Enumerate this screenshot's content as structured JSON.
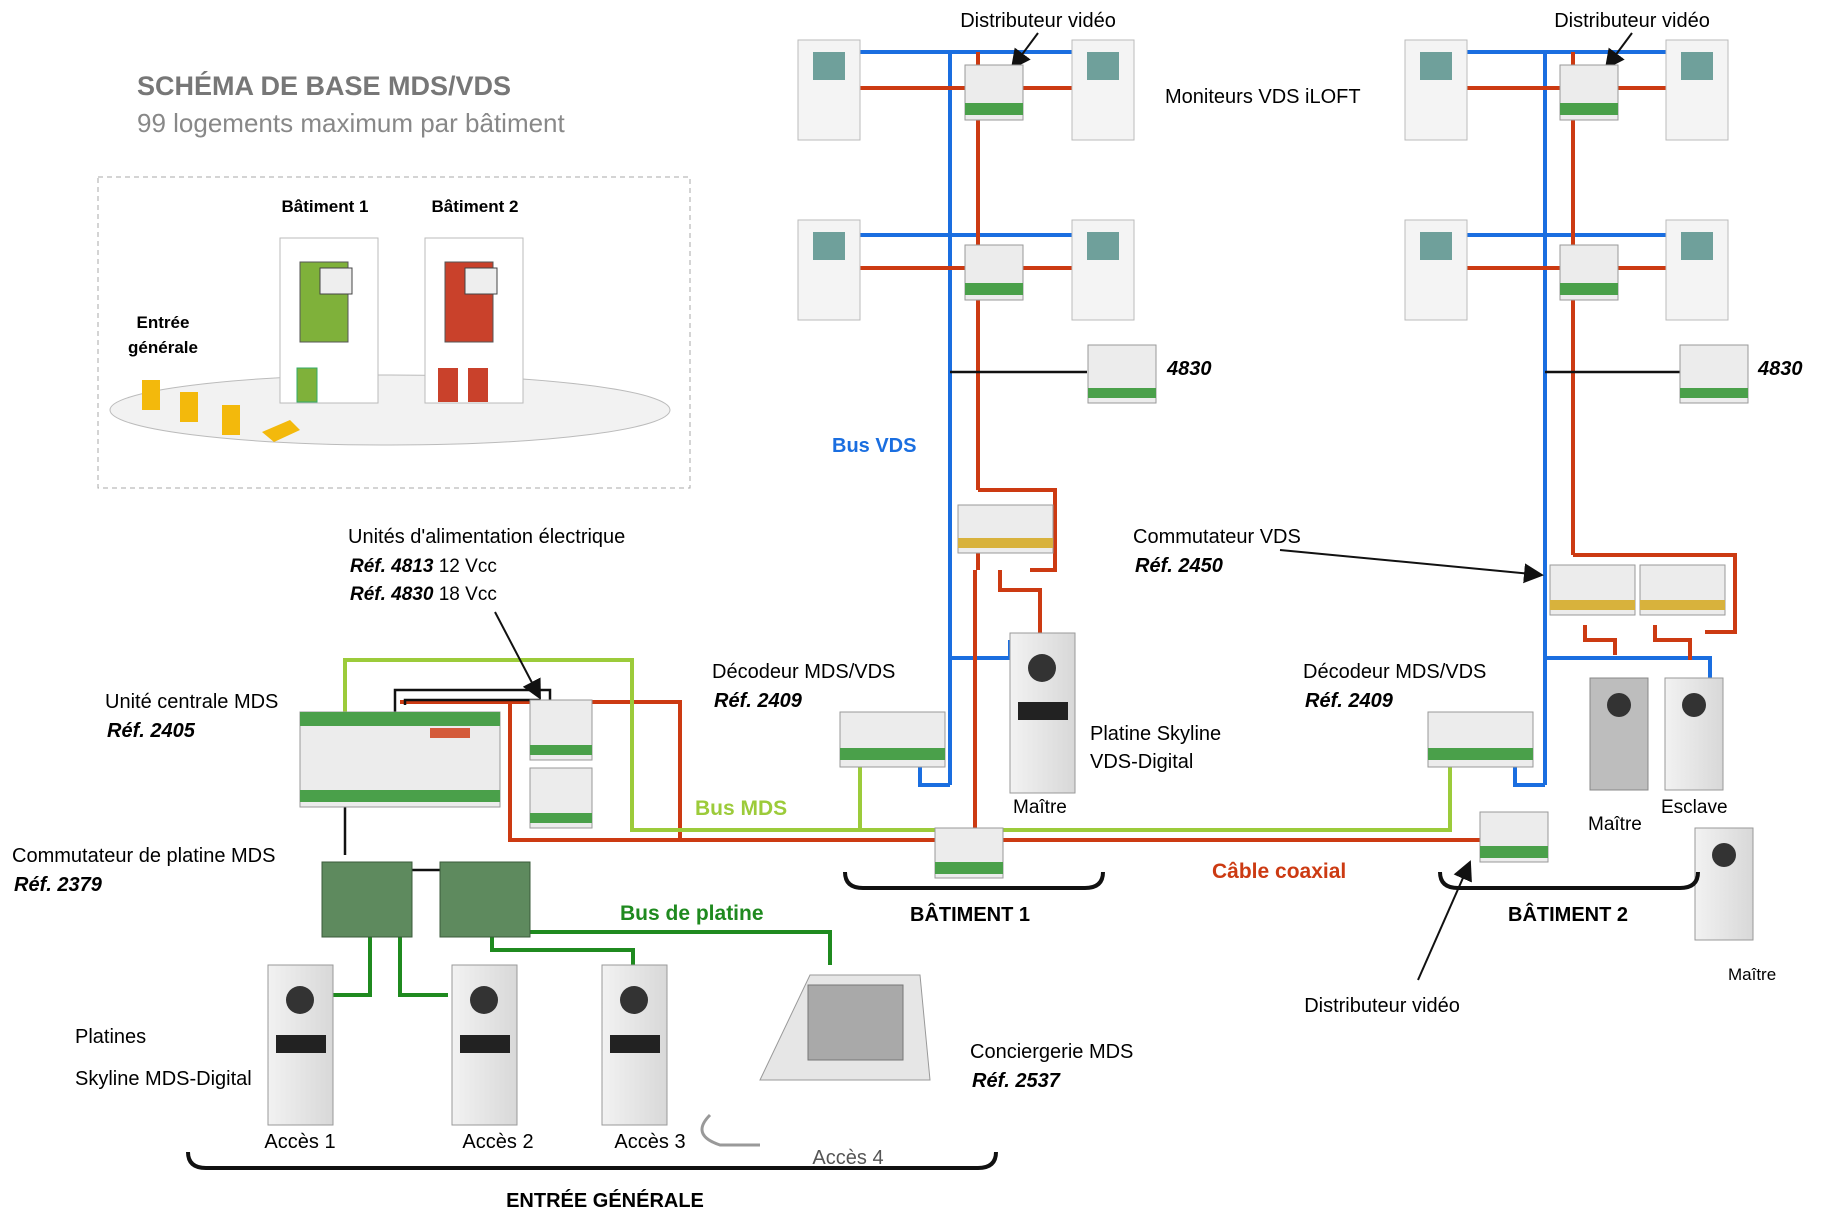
{
  "header": {
    "title": "SCHÉMA DE BASE MDS/VDS",
    "subtitle": "99 logements maximum par bâtiment"
  },
  "inset": {
    "building1": "Bâtiment 1",
    "building2": "Bâtiment 2",
    "entry_line1": "Entrée",
    "entry_line2": "générale"
  },
  "labels": {
    "distributeur_video": "Distributeur vidéo",
    "moniteurs": "Moniteurs VDS iLOFT",
    "psu_ref": "4830",
    "bus_vds": "Bus VDS",
    "commutateur_vds": "Commutateur VDS",
    "commutateur_vds_ref": "Réf. 2450",
    "alim_title": "Unités d'alimentation électrique",
    "alim_ref1": "Réf. 4813",
    "alim_val1": " 12 Vcc",
    "alim_ref2": "Réf. 4830",
    "alim_val2": " 18 Vcc",
    "central": "Unité centrale MDS",
    "central_ref": "Réf. 2405",
    "decoder": "Décodeur MDS/VDS",
    "decoder_ref": "Réf. 2409",
    "skyline_vds_1": "Platine Skyline",
    "skyline_vds_2": "VDS-Digital",
    "maitre": "Maître",
    "esclave": "Esclave",
    "bus_mds": "Bus MDS",
    "switch_mds": "Commutateur de platine MDS",
    "switch_mds_ref": "Réf. 2379",
    "coax": "Câble coaxial",
    "batiment1": "BÂTIMENT 1",
    "batiment2": "BÂTIMENT 2",
    "bus_platine": "Bus de platine",
    "platines_1": "Platines",
    "platines_2": "Skyline MDS-Digital",
    "concierge": "Conciergerie MDS",
    "concierge_ref": "Réf. 2537",
    "acces1": "Accès 1",
    "acces2": "Accès 2",
    "acces3": "Accès 3",
    "acces4": "Accès 4",
    "entree_generale": "ENTRÉE GÉNÉRALE"
  },
  "colors": {
    "bus_vds": "#1a6ee0",
    "coax": "#cc3a12",
    "bus_mds": "#9ccb3a",
    "bus_platine": "#1f8a1f"
  }
}
